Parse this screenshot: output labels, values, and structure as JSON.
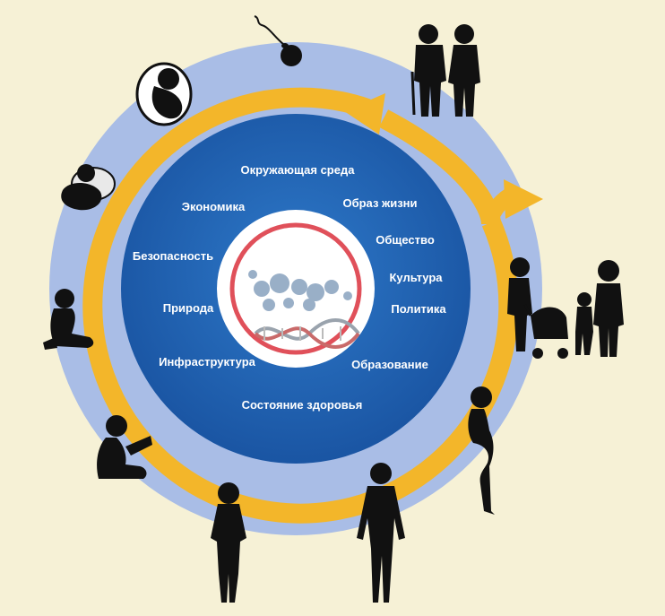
{
  "factors": {
    "environment": "Окружающая среда",
    "economy": "Экономика",
    "lifestyle": "Образ жизни",
    "society": "Общество",
    "safety": "Безопасность",
    "culture": "Культура",
    "nature": "Природа",
    "politics": "Политика",
    "infrastructure": "Инфраструктура",
    "education": "Образование",
    "health_status": "Состояние здоровья"
  },
  "colors": {
    "background": "#f6f1d6",
    "outer_ring": "#a9bde6",
    "inner_disk": "#1f5fb0",
    "arrow": "#f3b62a",
    "core_ring": "#e0505a",
    "silhouette": "#111111"
  },
  "icons": [
    "sperm-egg-icon",
    "fetus-icon",
    "infant-icon",
    "toddler-icon",
    "reading-child-icon",
    "teen-girl-icon",
    "adult-man-icon",
    "pregnant-woman-icon",
    "family-with-stroller-icon",
    "elderly-couple-icon",
    "dna-cell-icon"
  ]
}
